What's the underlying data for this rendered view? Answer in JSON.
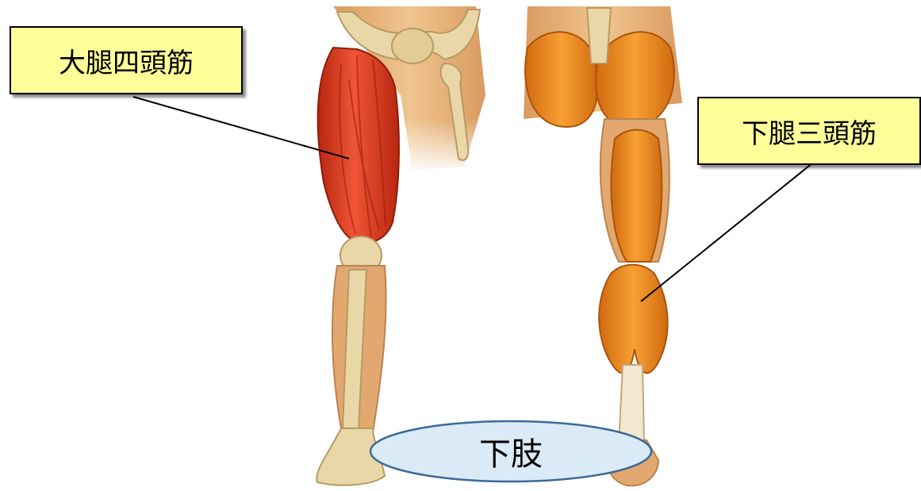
{
  "labels": {
    "left": "大腿四頭筋",
    "right": "下腿三頭筋",
    "bottom": "下肢"
  },
  "colors": {
    "label_bg": "#ffff99",
    "oval_fill": "#dbeaf7",
    "oval_stroke": "#3b6a9a",
    "bone": "#ead7a8",
    "skin": "#e8b27a",
    "quadriceps": "#dd3a1c",
    "posterior_muscle": "#f08a1f"
  }
}
